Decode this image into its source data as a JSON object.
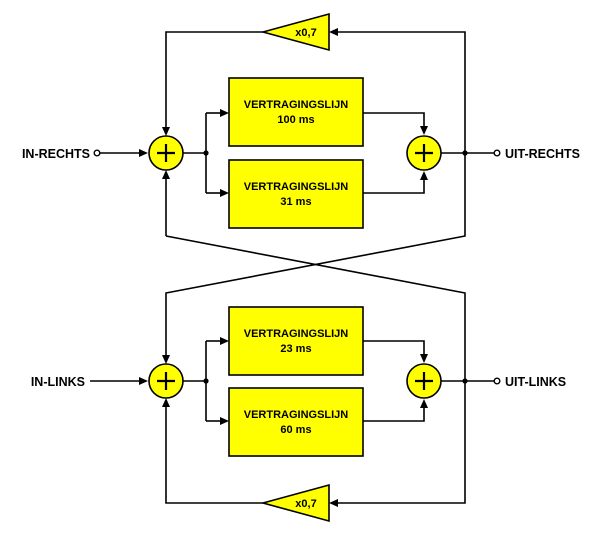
{
  "colors": {
    "yellow": "#ffff00",
    "line": "#000000"
  },
  "io": {
    "in_right": "IN-RECHTS",
    "out_right": "UIT-RECHTS",
    "in_left": "IN-LINKS",
    "out_left": "UIT-LINKS"
  },
  "delays": {
    "top_upper": {
      "title": "VERTRAGINGSLIJN",
      "value": "100 ms"
    },
    "top_lower": {
      "title": "VERTRAGINGSLIJN",
      "value": "31 ms"
    },
    "bottom_upper": {
      "title": "VERTRAGINGSLIJN",
      "value": "23 ms"
    },
    "bottom_lower": {
      "title": "VERTRAGINGSLIJN",
      "value": "60 ms"
    }
  },
  "gains": {
    "top": "x0,7",
    "bottom": "x0,7"
  },
  "icons": {
    "adder": "plus-circle-icon",
    "amplifier": "triangle-amplifier-icon"
  }
}
